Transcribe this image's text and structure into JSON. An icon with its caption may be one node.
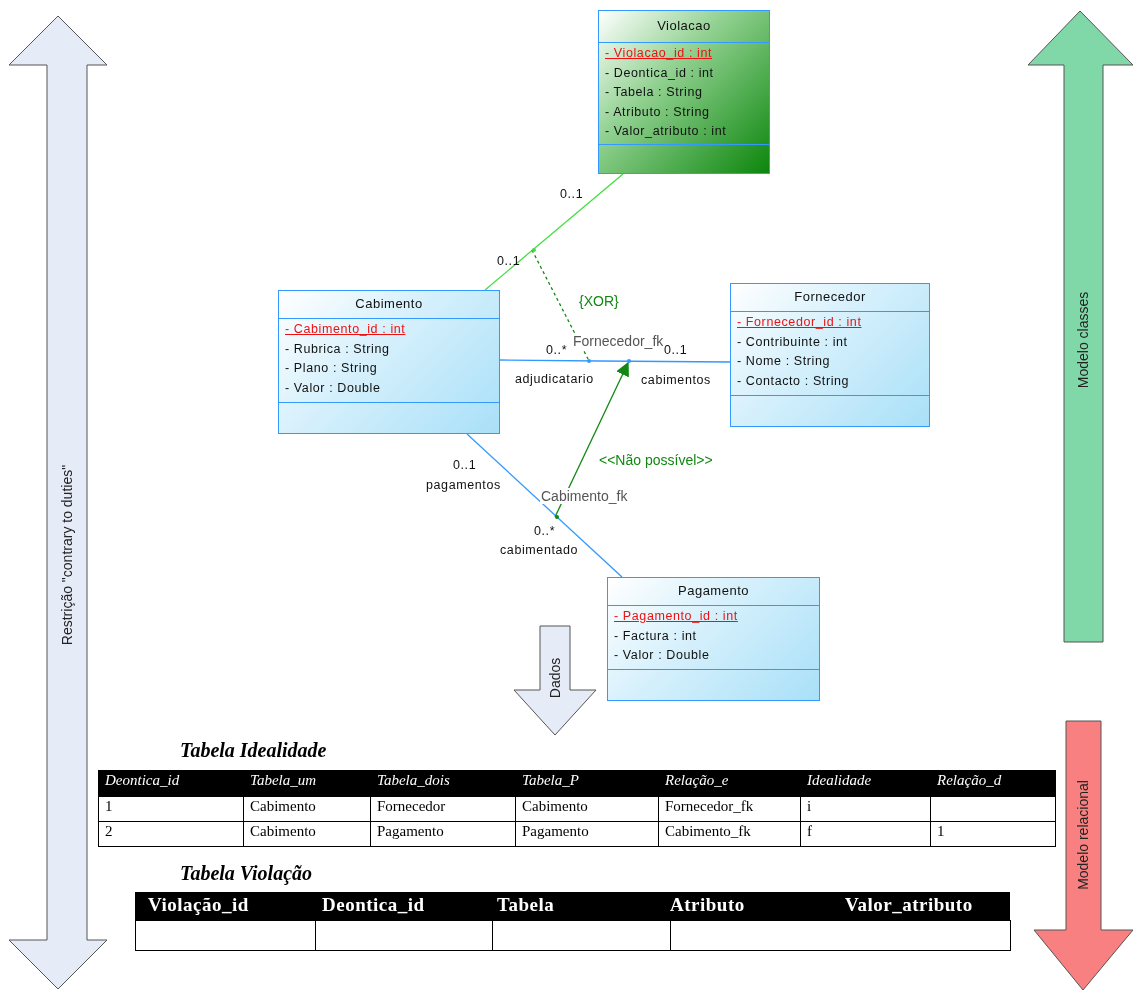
{
  "diagram": {
    "nodes": [
      {
        "text": [
          "Violacao",
          "- Violacao_id : int",
          "- Deontica_id : int",
          "- Tabela : String",
          "- Atributo : String",
          "- Valor_atributo : int"
        ]
      },
      {
        "text": [
          "Cabimento",
          "- Cabimento_id : int",
          "- Rubrica : String",
          "- Plano : String",
          "- Valor : Double"
        ]
      },
      {
        "text": [
          "Fornecedor",
          "- Fornecedor_id : int",
          "- Contribuinte : int",
          "- Nome : String",
          "- Contacto : String"
        ]
      },
      {
        "text": [
          "Pagamento",
          "- Pagamento_id : int",
          "- Factura : int",
          "- Valor : Double"
        ]
      },
      {
        "text": [
          "Restrição \"contrary to duties\""
        ]
      },
      {
        "text": [
          "Modelo classes"
        ]
      },
      {
        "text": [
          "Dados"
        ]
      },
      {
        "text": [
          "Modelo relacional"
        ]
      },
      {
        "text": [],
        "shape": "point"
      },
      {
        "text": [],
        "shape": "point"
      },
      {
        "text": [],
        "shape": "point"
      },
      {
        "text": [],
        "shape": "point"
      }
    ],
    "edges": [
      {
        "from": 0,
        "to": 1,
        "arrow": "none",
        "color": "#44dd44"
      },
      {
        "from": 1,
        "to": 2,
        "arrow": "none",
        "label": "Fornecedor_fk"
      },
      {
        "from": 1,
        "to": 3,
        "arrow": "none",
        "label": "Cabimento_fk"
      },
      {
        "from": 8,
        "to": 9,
        "arrow": "to",
        "label": "<<Não possível>>",
        "color": "#118811"
      },
      {
        "from": 10,
        "to": 11,
        "arrow": "none",
        "label": "{XOR}",
        "style": "dashed",
        "color": "#118811"
      }
    ],
    "labels": [
      "0..1",
      "0..1",
      "0..*",
      "adjudicatario",
      "0..1",
      "cabimentos",
      "0..1",
      "pagamentos",
      "0..*",
      "cabimentado",
      "Tabela Idealidade",
      "Deontica_id",
      "Tabela_um",
      "Tabela_dois",
      "Tabela_P",
      "Relação_e",
      "Idealidade",
      "Relação_d",
      "1",
      "Cabimento",
      "Fornecedor",
      "Cabimento",
      "Fornecedor_fk",
      "i",
      "2",
      "Cabimento",
      "Pagamento",
      "Pagamento",
      "Cabimento_fk",
      "f",
      "1",
      "Tabela Violação",
      "Violação_id",
      "Deontica_id",
      "Tabela",
      "Atributo",
      "Valor_atributo"
    ]
  }
}
